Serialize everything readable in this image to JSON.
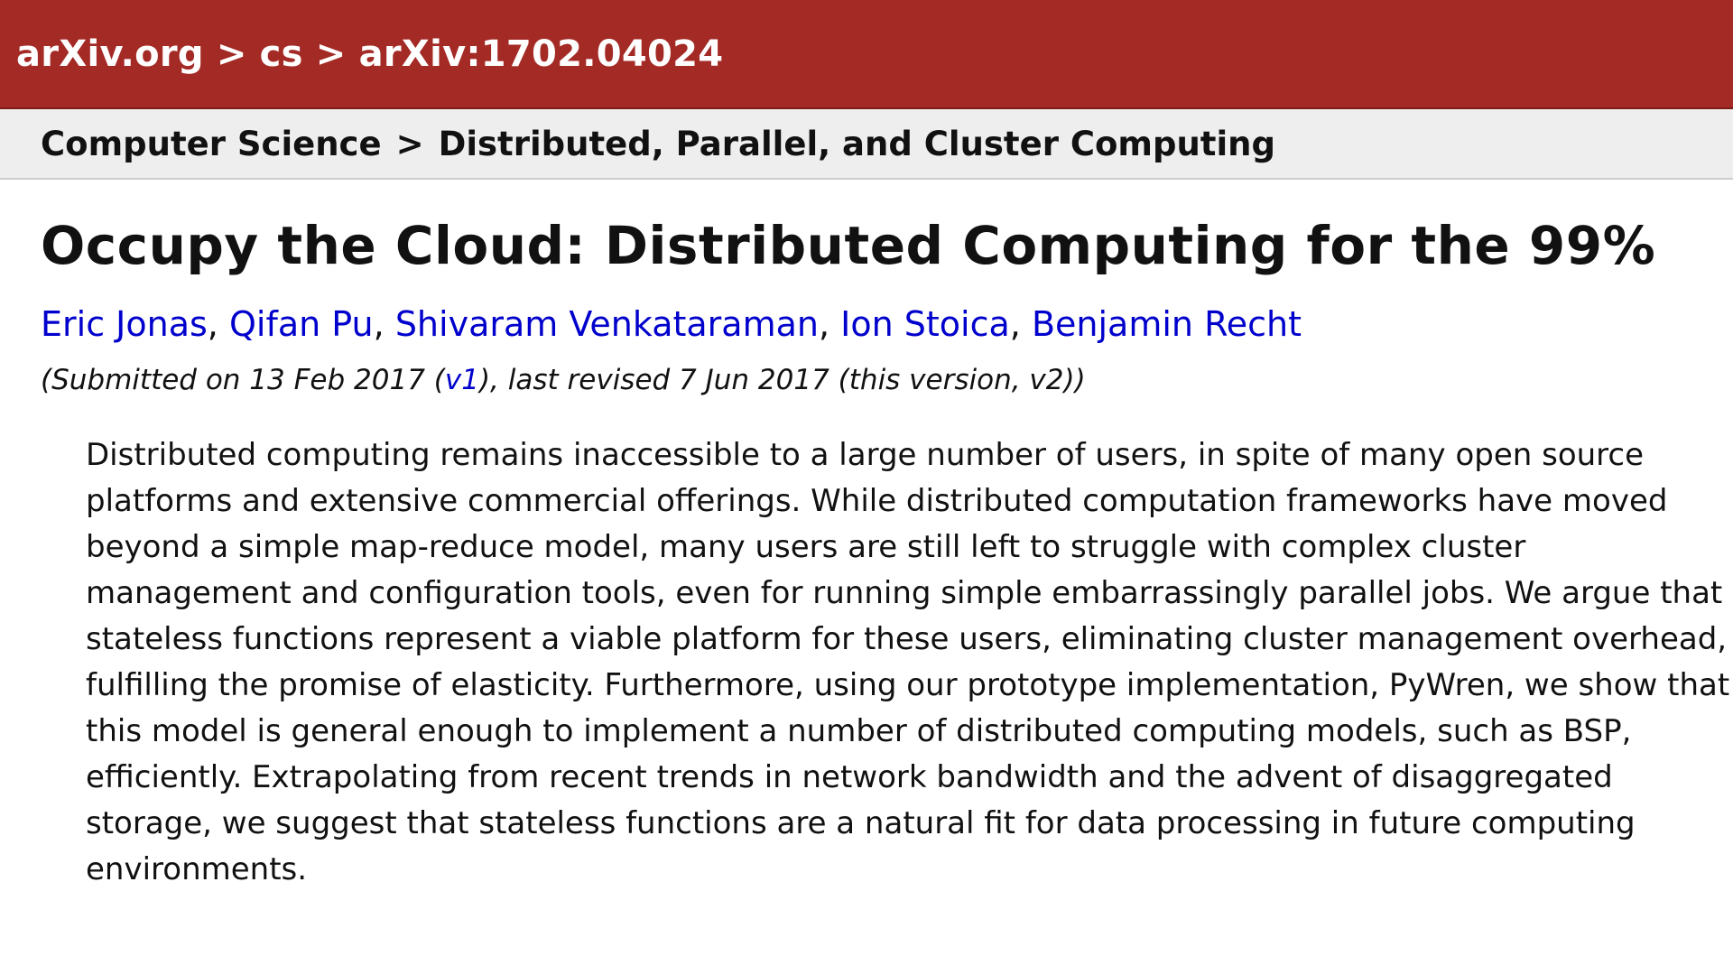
{
  "header": {
    "crumbs": [
      "arXiv.org",
      "cs",
      "arXiv:1702.04024"
    ],
    "separator": ">"
  },
  "subheader": {
    "category": "Computer Science",
    "separator": ">",
    "subcategory": "Distributed, Parallel, and Cluster Computing"
  },
  "paper": {
    "title": "Occupy the Cloud: Distributed Computing for the 99%",
    "authors": [
      "Eric Jonas",
      "Qifan Pu",
      "Shivaram Venkataraman",
      "Ion Stoica",
      "Benjamin Recht"
    ],
    "author_separator": ",",
    "dateline": {
      "prefix": "(Submitted on 13 Feb 2017 (",
      "v1_link": "v1",
      "suffix": "), last revised 7 Jun 2017 (this version, v2))"
    },
    "abstract": "Distributed computing remains inaccessible to a large number of users, in spite of many open source platforms and extensive commercial offerings. While distributed computation frameworks have moved beyond a simple map-reduce model, many users are still left to struggle with complex cluster management and configuration tools, even for running simple embarrassingly parallel jobs. We argue that stateless functions represent a viable platform for these users, eliminating cluster management overhead, fulfilling the promise of elasticity. Furthermore, using our prototype implementation, PyWren, we show that this model is general enough to implement a number of distributed computing models, such as BSP, efficiently. Extrapolating from recent trends in network bandwidth and the advent of disaggregated storage, we suggest that stateless functions are a natural fit for data processing in future computing environments."
  },
  "colors": {
    "header_bg": "#a42a26",
    "subheader_bg": "#eeeeee",
    "link": "#0000cc",
    "text": "#111111"
  }
}
